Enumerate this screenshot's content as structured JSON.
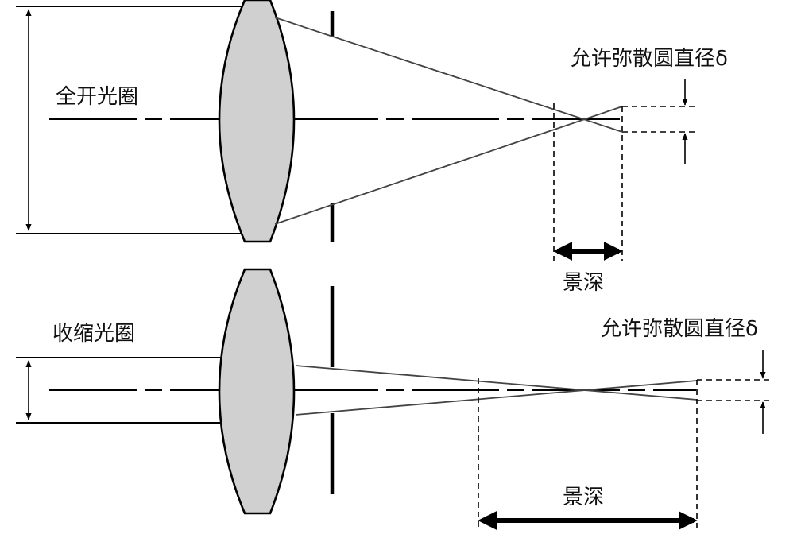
{
  "top": {
    "aperture_label": "全开光圈",
    "coc_label": "允许弥散圆直径δ",
    "dof_label": "景深"
  },
  "bottom": {
    "aperture_label": "收缩光圈",
    "coc_label": "允许弥散圆直径δ",
    "dof_label": "景深"
  }
}
